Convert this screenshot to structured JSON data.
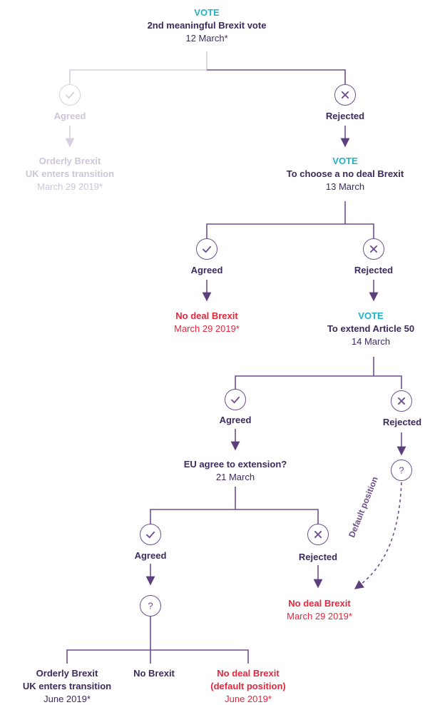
{
  "start": {
    "kicker": "VOTE",
    "title": "2nd meaningful Brexit vote",
    "date": "12 March*"
  },
  "left1": {
    "label": "Agreed",
    "outcome_title": "Orderly Brexit",
    "outcome_sub": "UK enters transition",
    "outcome_date": "March 29 2019*"
  },
  "right1": {
    "label": "Rejected"
  },
  "vote2": {
    "kicker": "VOTE",
    "title": "To choose a no deal Brexit",
    "date": "13 March"
  },
  "left2": {
    "label": "Agreed",
    "outcome_title": "No deal Brexit",
    "outcome_date": "March 29 2019*"
  },
  "right2": {
    "label": "Rejected"
  },
  "vote3": {
    "kicker": "VOTE",
    "title": "To extend Article 50",
    "date": "14 March"
  },
  "left3": {
    "label": "Agreed"
  },
  "right3": {
    "label": "Rejected"
  },
  "eu": {
    "title": "EU agree to extension?",
    "date": "21 March"
  },
  "left4": {
    "label": "Agreed"
  },
  "right4": {
    "label": "Rejected",
    "outcome_title": "No deal Brexit",
    "outcome_date": "March 29 2019*"
  },
  "default_label": "Default position",
  "final": {
    "a_title": "Orderly Brexit",
    "a_sub": "UK enters transition",
    "a_date": "June 2019*",
    "b_title": "No Brexit",
    "c_title": "No deal Brexit",
    "c_sub": "(default position)",
    "c_date": "June 2019*"
  },
  "colors": {
    "accent": "#1fb3c8",
    "line": "#6d4f8e",
    "text": "#3d2a5e",
    "red": "#e8253b",
    "faded": "#cdc6d9"
  }
}
